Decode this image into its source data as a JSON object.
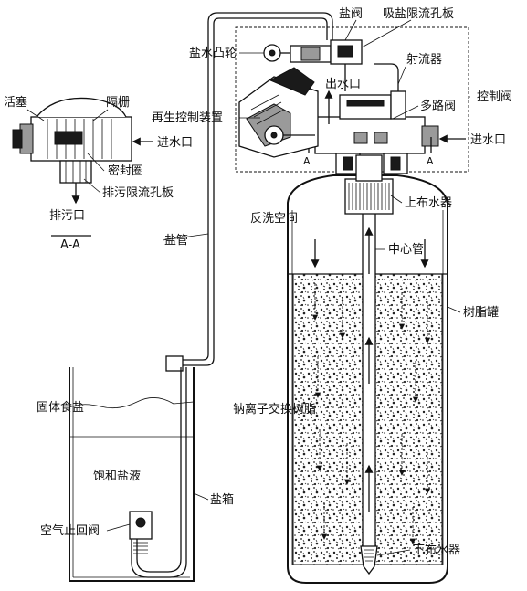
{
  "labels": {
    "salt_valve": "盐阀",
    "brine_orifice": "吸盐限流孔板",
    "brine_cam": "盐水凸轮",
    "ejector": "射流器",
    "water_outlet": "出水口",
    "control_valve": "控制阀",
    "regen_control": "再生控制装置",
    "multiway_valve": "多路阀",
    "inlet_right": "进水口",
    "piston": "活塞",
    "spacer": "隔栅",
    "inlet_left": "进水口",
    "seal_ring": "密封圈",
    "drain_orifice": "排污限流孔板",
    "drain_outlet": "排污口",
    "section_label": "A-A",
    "section_mark_left": "A",
    "section_mark_right": "A",
    "upper_distributor": "上布水器",
    "backwash_space": "反洗空间",
    "center_tube": "中心管",
    "resin_tank": "树脂罐",
    "brine_tube": "盐管",
    "solid_salt": "固体食盐",
    "sodium_resin": "钠离子交换树脂",
    "saturated_brine": "饱和盐液",
    "brine_tank": "盐箱",
    "air_check_valve": "空气止回阀",
    "lower_distributor": "下布水器"
  }
}
